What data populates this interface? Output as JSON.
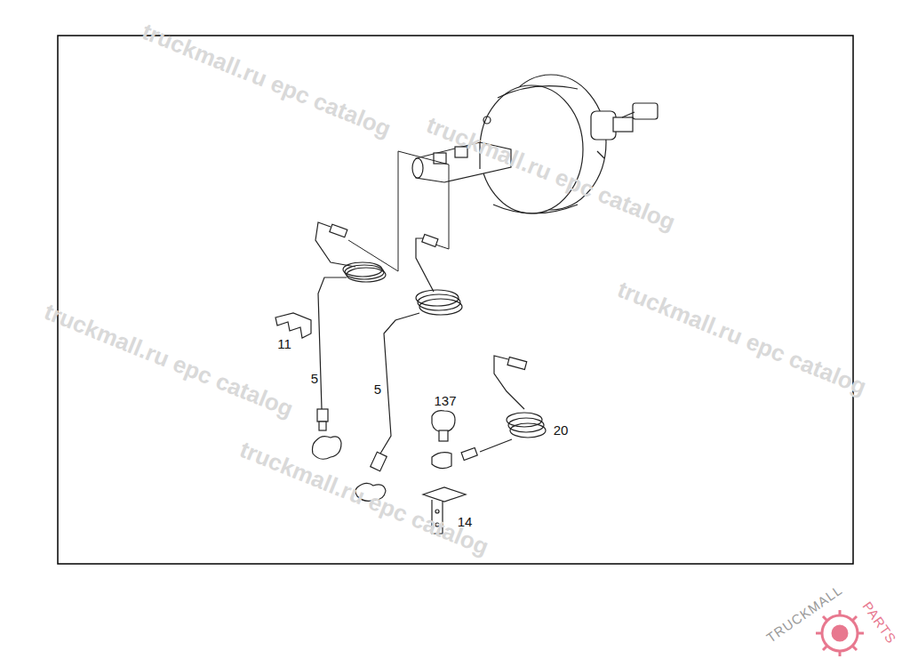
{
  "diagram": {
    "labels": [
      "11",
      "5",
      "5",
      "137",
      "20",
      "14",
      "truckmall.ru epc catalog",
      "truckmall.ru epc catalog",
      "truckmall.ru epc catalog",
      "truckmall.ru epc catalog",
      "truckmall.ru epc catalog",
      "TRUCKMALL",
      "PARTS"
    ]
  }
}
